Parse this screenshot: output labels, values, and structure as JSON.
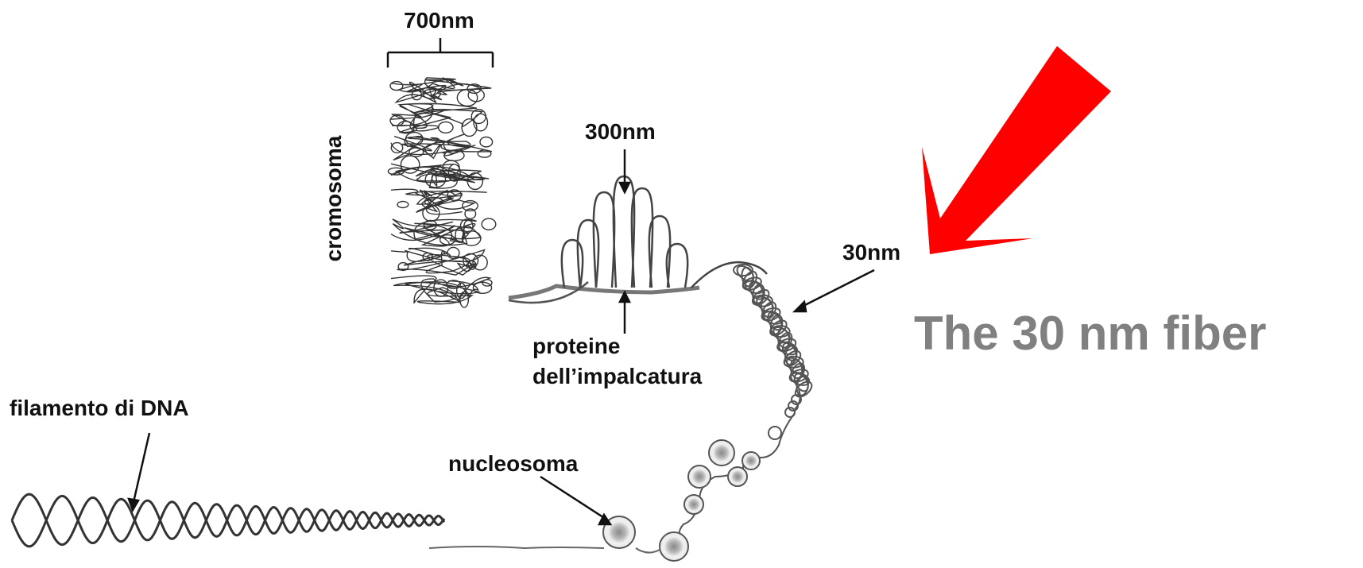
{
  "labels": {
    "size_700": "700nm",
    "cromosoma": "cromosoma",
    "size_300": "300nm",
    "proteine_line1": "proteine",
    "proteine_line2": "dell’impalcatura",
    "size_30": "30nm",
    "filamento": "filamento di DNA",
    "nucleosoma": "nucleosoma"
  },
  "caption": "The 30 nm fiber",
  "colors": {
    "arrow": "#ff0000",
    "caption": "#808080",
    "ink": "#111111",
    "strand_fill": "#bdbdbd"
  }
}
